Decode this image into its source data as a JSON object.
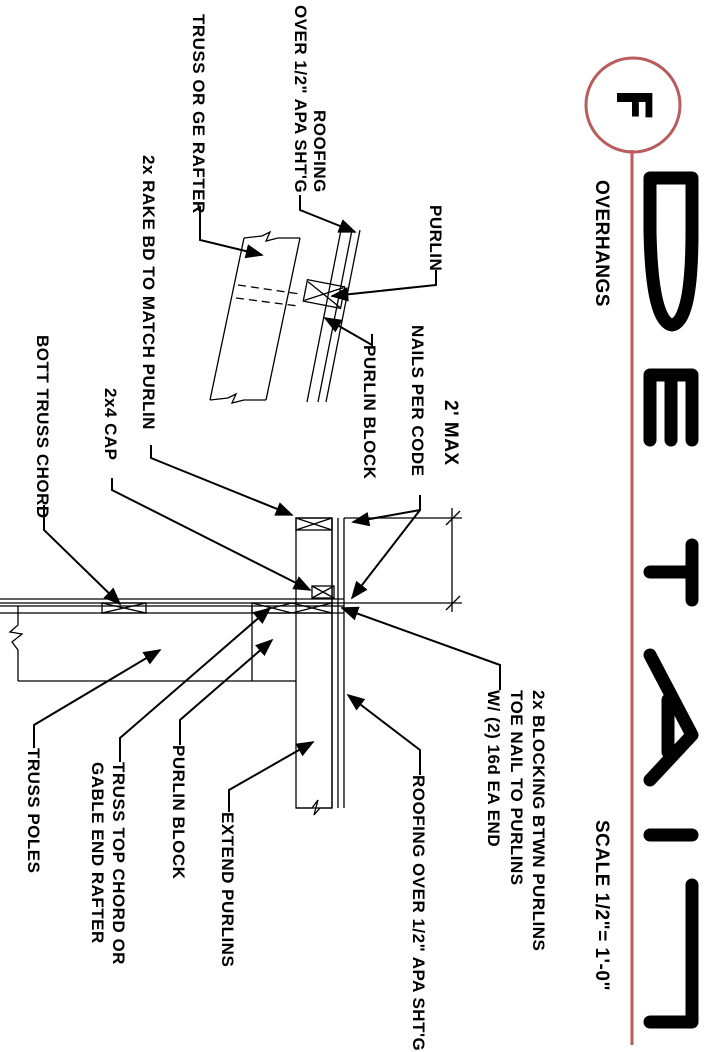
{
  "title": {
    "letters": [
      "D",
      "E",
      "T",
      "A",
      "I",
      "L"
    ],
    "badge": "F",
    "name": "OVERHANGS",
    "scale": "SCALE 1/2\"= 1'-0\"",
    "accent_color": "#b85c5c"
  },
  "labels": {
    "roofing_top": "ROOFING",
    "roofing_top2": "OVER 1/2\" APA SHT'G",
    "truss_rafter": "TRUSS OR GE RAFTER",
    "rake_bd": "2x RAKE BD TO MATCH PURLIN",
    "purlin": "PURLIN",
    "purlin_block_top": "PURLIN BLOCK",
    "nails": "NAILS PER CODE",
    "max": "2' MAX",
    "cap": "2x4 CAP",
    "bott_chord": "BOTT TRUSS CHORD",
    "blocking1": "2x BLOCKING BTWN PURLINS",
    "blocking2": "TOE NAIL TO PURLINS",
    "blocking3": "W/ (2) 16d EA END",
    "roofing_bottom": "ROOFING OVER 1/2\" APA SHT'G",
    "extend_purlins": "EXTEND PURLINS",
    "purlin_block_bottom": "PURLIN BLOCK",
    "truss_top1": "TRUSS TOP CHORD OR",
    "truss_top2": "GABLE END RAFTER",
    "truss_poles": "TRUSS POLES"
  }
}
